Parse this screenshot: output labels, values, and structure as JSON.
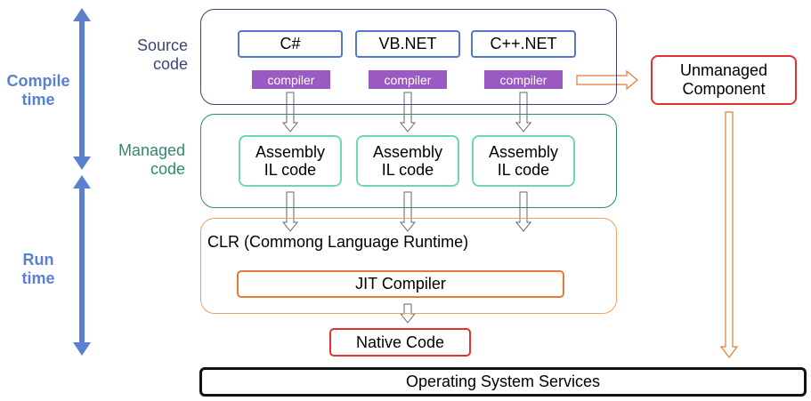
{
  "phases": {
    "compile_time": [
      "Compile",
      "time"
    ],
    "run_time": [
      "Run",
      "time"
    ]
  },
  "sections": {
    "source_code": [
      "Source",
      "code"
    ],
    "managed_code": [
      "Managed",
      "code"
    ]
  },
  "languages": [
    "C#",
    "VB.NET",
    "C++.NET"
  ],
  "compiler_label": "compiler",
  "assembly": {
    "line1": "Assembly",
    "line2": "IL code"
  },
  "clr_title": "CLR (Commong Language Runtime)",
  "jit_compiler": "JIT Compiler",
  "native_code": "Native Code",
  "unmanaged_component": [
    "Unmanaged",
    "Component"
  ],
  "os_services": "Operating System Services",
  "colors": {
    "phase": "#5b7fd1",
    "source": "#3d4577",
    "managed": "#2e8a6e",
    "clr": "#f0a060",
    "compiler_tag": "#9b59c2",
    "red": "#e53030",
    "jit": "#e07a36"
  }
}
